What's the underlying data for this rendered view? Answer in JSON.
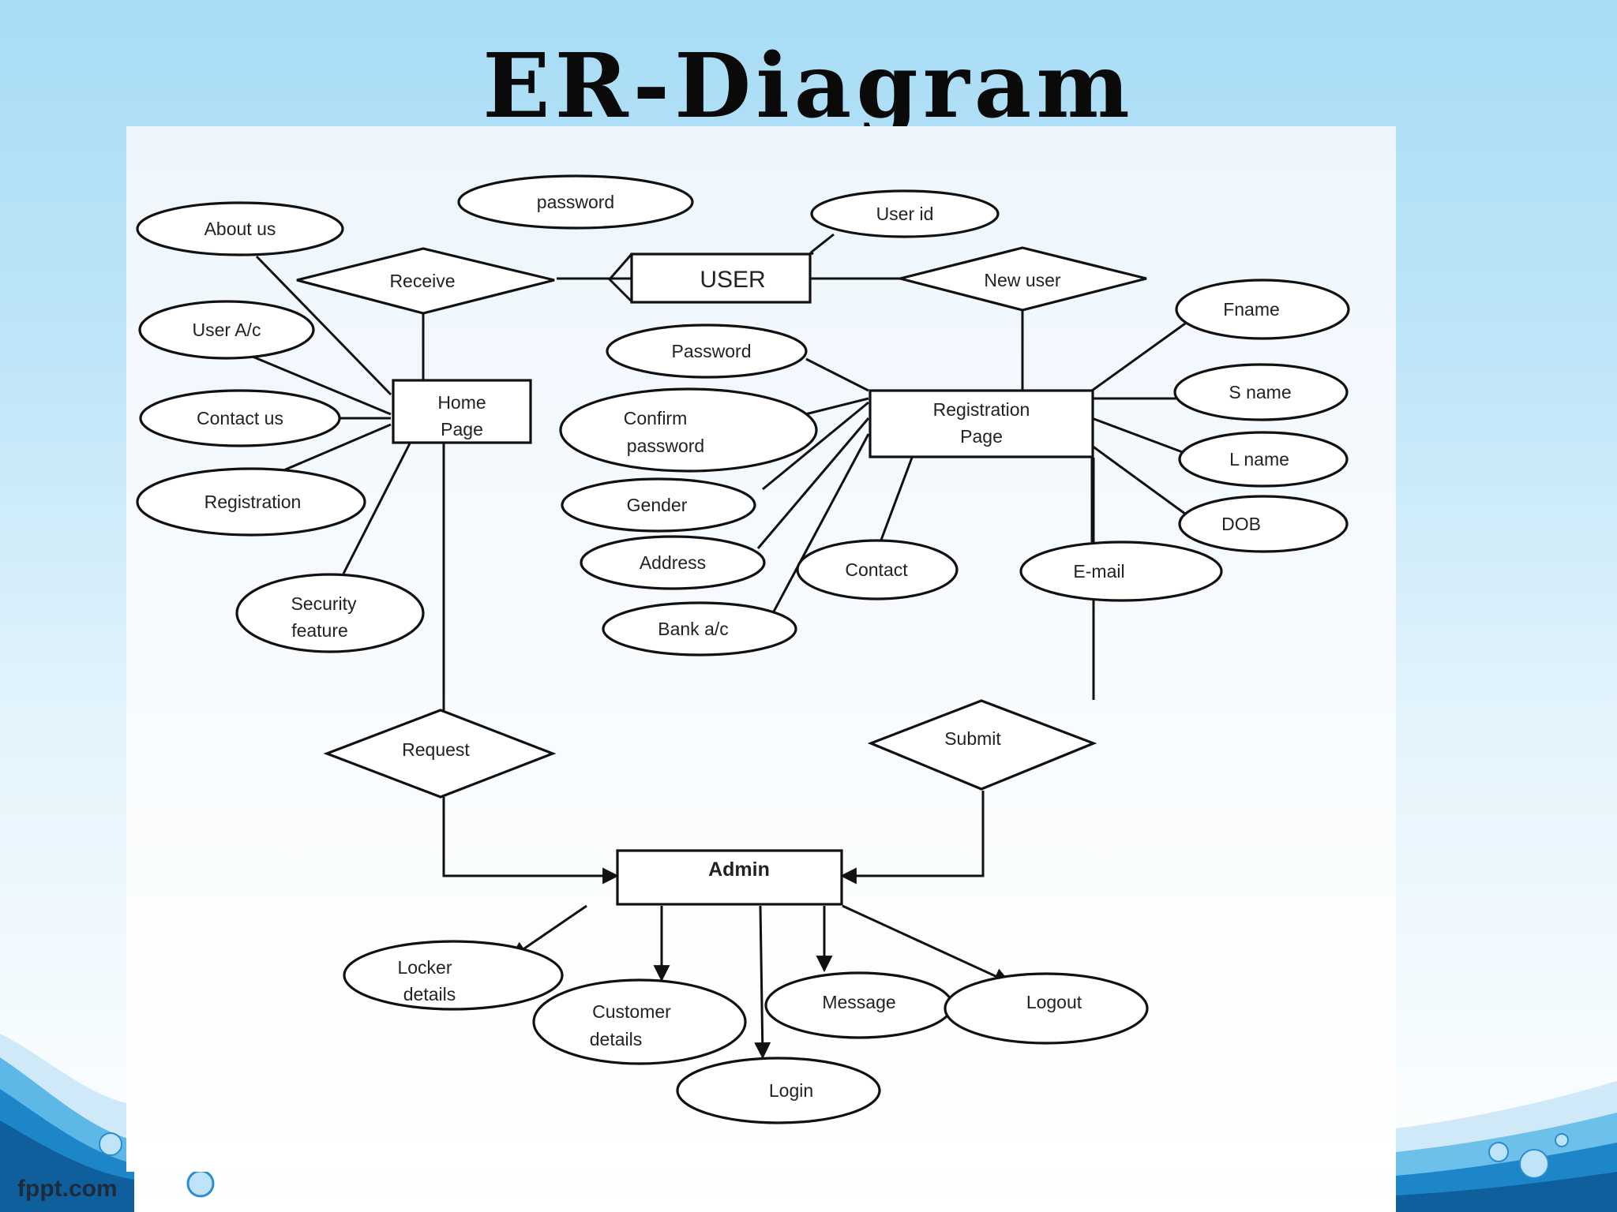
{
  "slide": {
    "title": "ER-Diagram",
    "brand": "fppt.com"
  },
  "diagram": {
    "entities": {
      "user": "USER",
      "home_page": [
        "Home",
        "Page"
      ],
      "registration_page": [
        "Registration",
        "Page"
      ],
      "admin": "Admin"
    },
    "relationships": {
      "receive": "Receive",
      "new_user": "New user",
      "request": "Request",
      "submit": "Submit"
    },
    "user_attributes": {
      "password": "password",
      "user_id": "User id"
    },
    "home_attributes": {
      "about_us": "About us",
      "user_ac": "User A/c",
      "contact_us": "Contact us",
      "registration": "Registration",
      "security_feature": [
        "Security",
        "feature"
      ]
    },
    "registration_attributes": {
      "password": "Password",
      "confirm_password": [
        "Confirm",
        "password"
      ],
      "gender": "Gender",
      "address": "Address",
      "bank_ac": "Bank a/c",
      "contact": "Contact",
      "email": "E-mail",
      "fname": "Fname",
      "sname": "S name",
      "lname": "L name",
      "dob": "DOB"
    },
    "admin_attributes": {
      "locker_details": [
        "Locker",
        "details"
      ],
      "customer_details": [
        "Customer",
        "details"
      ],
      "login": "Login",
      "message": "Message",
      "logout": "Logout"
    }
  },
  "colors": {
    "line": "#111111",
    "shape_fill": "#ffffff"
  }
}
